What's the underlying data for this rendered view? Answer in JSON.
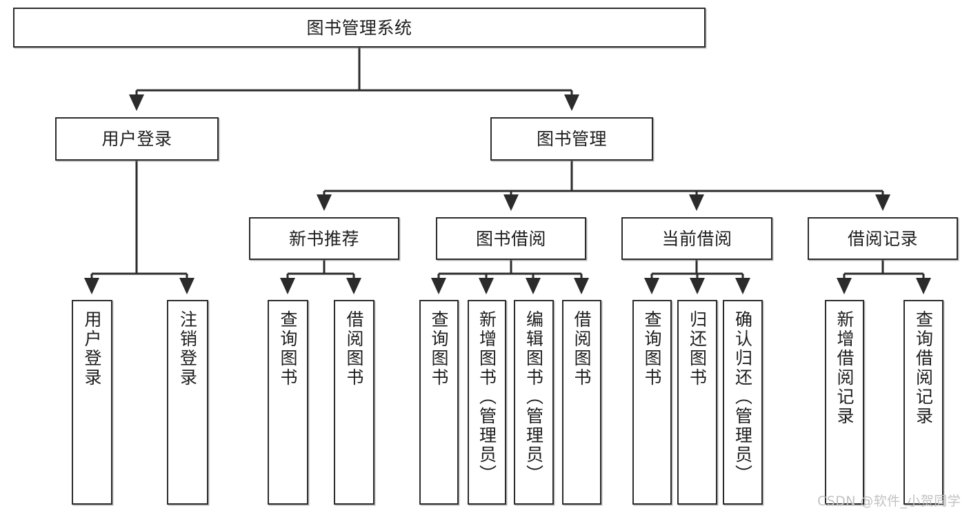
{
  "diagram": {
    "type": "tree-hierarchy",
    "title": "图书管理系统",
    "watermark": "CSDN @软件_小贺同学",
    "colors": {
      "box_border": "#2b2b2b",
      "box_fill": "#ffffff",
      "connector": "#2b2b2b",
      "text": "#1d1d1d",
      "watermark": "#c2c2c2"
    },
    "levels": {
      "root": {
        "label": "图书管理系统"
      },
      "level2": [
        {
          "label": "用户登录"
        },
        {
          "label": "图书管理"
        }
      ],
      "level3": [
        {
          "label": "新书推荐"
        },
        {
          "label": "图书借阅"
        },
        {
          "label": "当前借阅"
        },
        {
          "label": "借阅记录"
        }
      ],
      "leaves": [
        {
          "label": "用户登录",
          "parent": "用户登录"
        },
        {
          "label": "注销登录",
          "parent": "用户登录"
        },
        {
          "label": "查询图书",
          "parent": "新书推荐"
        },
        {
          "label": "借阅图书",
          "parent": "新书推荐"
        },
        {
          "label": "查询图书",
          "parent": "图书借阅"
        },
        {
          "label": "新增图书（管理员）",
          "parent": "图书借阅"
        },
        {
          "label": "编辑图书（管理员）",
          "parent": "图书借阅"
        },
        {
          "label": "借阅图书",
          "parent": "图书借阅"
        },
        {
          "label": "查询图书",
          "parent": "当前借阅"
        },
        {
          "label": "归还图书",
          "parent": "当前借阅"
        },
        {
          "label": "确认归还（管理员）",
          "parent": "当前借阅"
        },
        {
          "label": "新增借阅记录",
          "parent": "借阅记录"
        },
        {
          "label": "查询借阅记录",
          "parent": "借阅记录"
        }
      ]
    }
  }
}
